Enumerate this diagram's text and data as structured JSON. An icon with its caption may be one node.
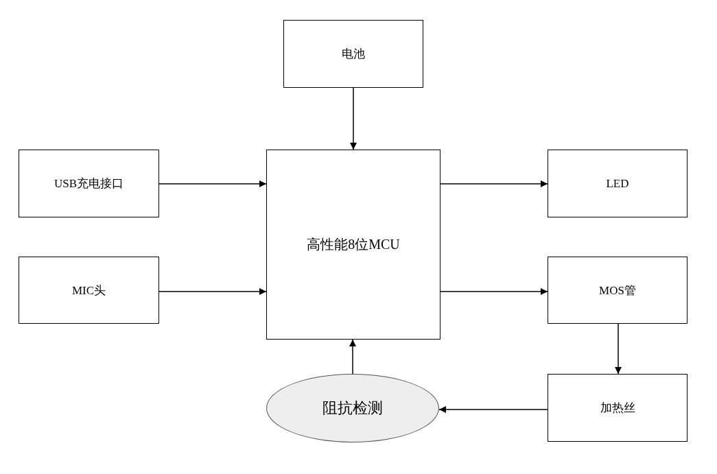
{
  "diagram": {
    "nodes": [
      {
        "text": [
          "电池"
        ]
      },
      {
        "text": [
          "USB充电接口"
        ]
      },
      {
        "text": [
          "高性能8位MCU"
        ]
      },
      {
        "text": [
          "LED"
        ]
      },
      {
        "text": [
          "MIC头"
        ]
      },
      {
        "text": [
          "MOS管"
        ]
      },
      {
        "text": [
          "阻抗检测"
        ]
      },
      {
        "text": [
          "加热丝"
        ]
      }
    ],
    "edges": [
      {
        "from": 0,
        "to": 2,
        "arrow": "to"
      },
      {
        "from": 1,
        "to": 2,
        "arrow": "to"
      },
      {
        "from": 2,
        "to": 3,
        "arrow": "to"
      },
      {
        "from": 4,
        "to": 2,
        "arrow": "to"
      },
      {
        "from": 2,
        "to": 5,
        "arrow": "to"
      },
      {
        "from": 5,
        "to": 7,
        "arrow": "to"
      },
      {
        "from": 7,
        "to": 6,
        "arrow": "to"
      },
      {
        "from": 6,
        "to": 2,
        "arrow": "to"
      }
    ]
  }
}
